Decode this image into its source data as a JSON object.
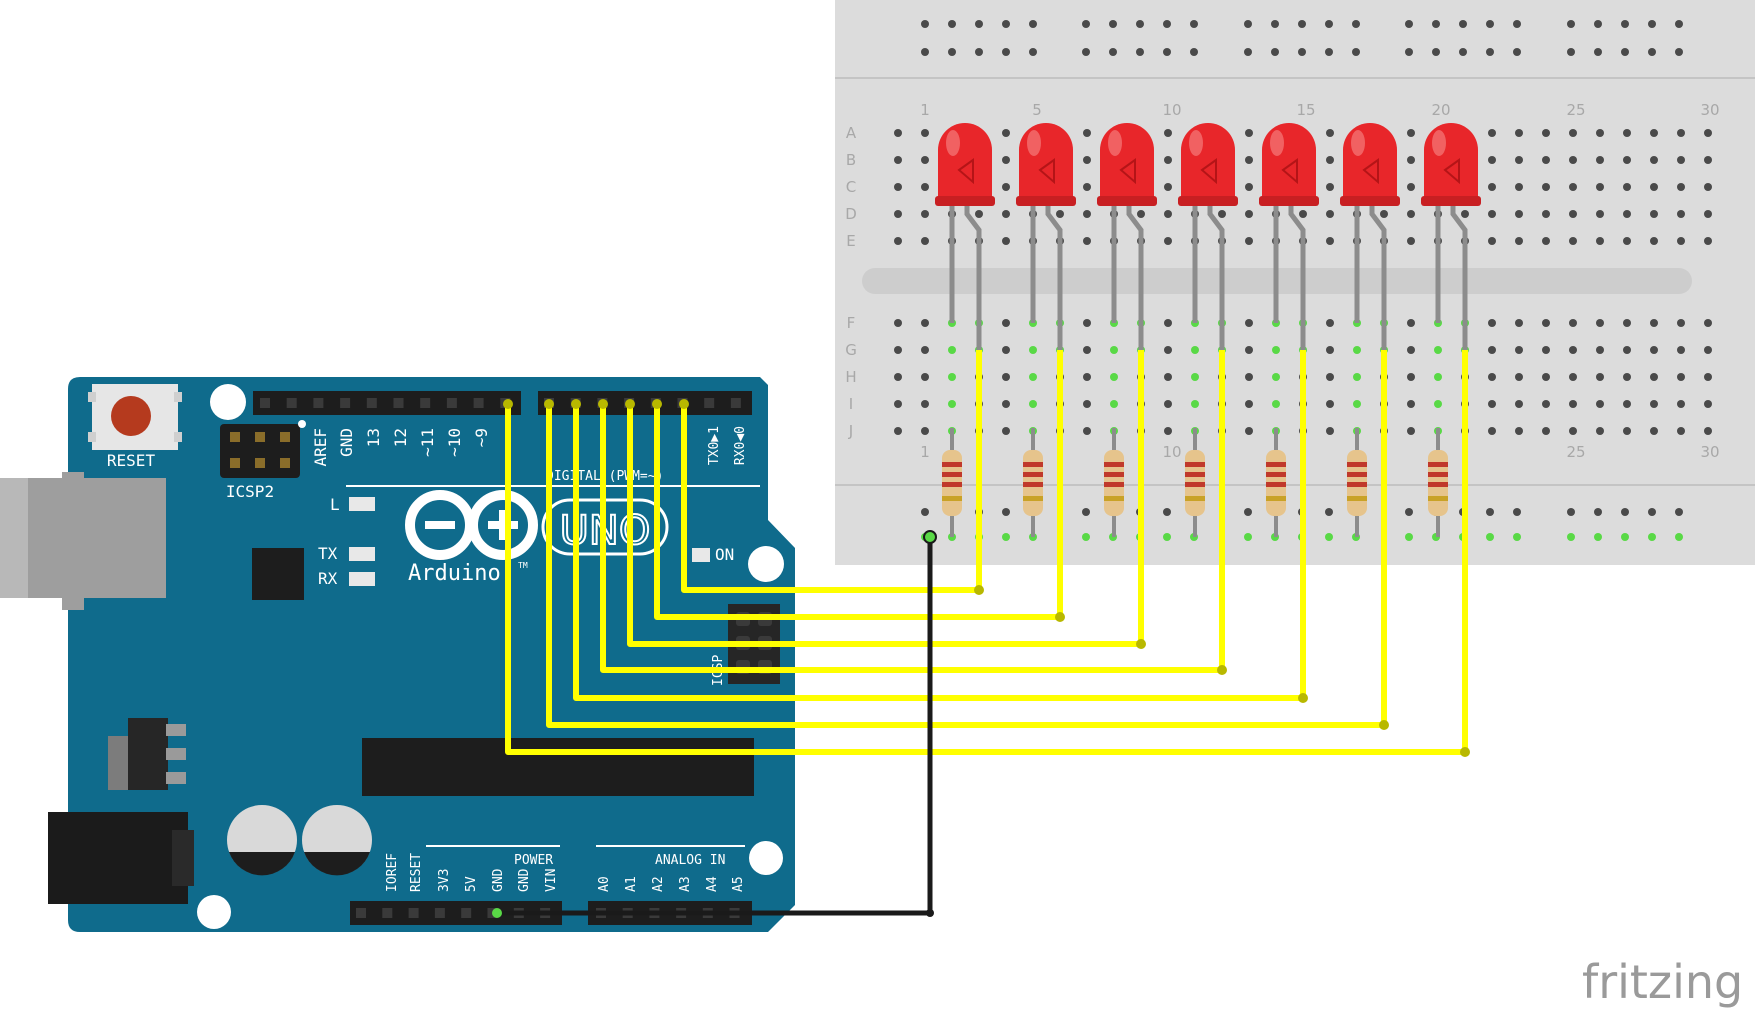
{
  "arduino": {
    "reset_label": "RESET",
    "icsp_label": "ICSP2",
    "led_l_label": "L",
    "led_tx_label": "TX",
    "led_rx_label": "RX",
    "on_label": "ON",
    "brand_label": "Arduino",
    "tm_label": "TM",
    "model_label": "UNO",
    "digital_label": "DIGITAL (PWM=~)",
    "icsp_side_label": "ICSP",
    "power_header_label": "POWER",
    "analog_header_label": "ANALOG IN",
    "top_pin_labels": [
      "AREF",
      "GND",
      "13",
      "12",
      "~11",
      "~10",
      "~9"
    ],
    "txrx_pin_labels": [
      "TX0▶1",
      "RX0◀0"
    ],
    "power_pin_labels": [
      "IOREF",
      "RESET",
      "3V3",
      "5V",
      "GND",
      "GND",
      "VIN"
    ],
    "analog_pin_labels": [
      "A0",
      "A1",
      "A2",
      "A3",
      "A4",
      "A5"
    ]
  },
  "breadboard": {
    "column_labels": [
      "1",
      "5",
      "10",
      "15",
      "20",
      "25",
      "30"
    ],
    "row_labels_top": [
      "A",
      "B",
      "C",
      "D",
      "E"
    ],
    "row_labels_bottom": [
      "F",
      "G",
      "H",
      "I",
      "J"
    ]
  },
  "logo": {
    "text": "fritzing"
  },
  "colors": {
    "board": "#0f6b8c",
    "breadboard": "#dcdcdc",
    "wire_signal": "#ffff00",
    "wire_ground": "#1a1a1a",
    "led": "#e8262a",
    "resistor_body": "#e6c48c"
  },
  "components": {
    "led_count": 7,
    "resistor_count": 7,
    "signal_wire_count": 7
  }
}
